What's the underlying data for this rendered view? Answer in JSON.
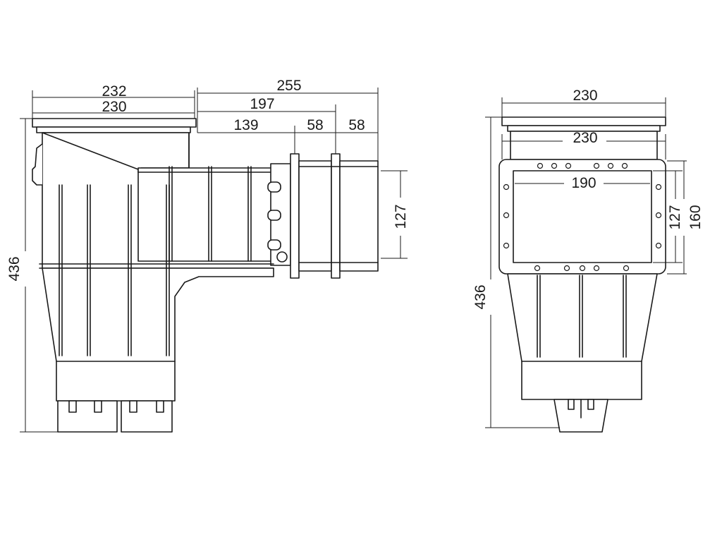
{
  "side_view": {
    "dimensions": {
      "flange_width": "232",
      "body_width": "230",
      "overall_depth": "255",
      "inlet_length": "197",
      "inlet_section": "139",
      "adapter_a": "58",
      "adapter_b": "58",
      "inlet_diameter": "127",
      "height": "436"
    }
  },
  "front_view": {
    "dimensions": {
      "lid_width": "230",
      "body_width": "230",
      "opening_width": "190",
      "opening_height": "127",
      "faceplate_height": "160",
      "height": "436"
    }
  }
}
